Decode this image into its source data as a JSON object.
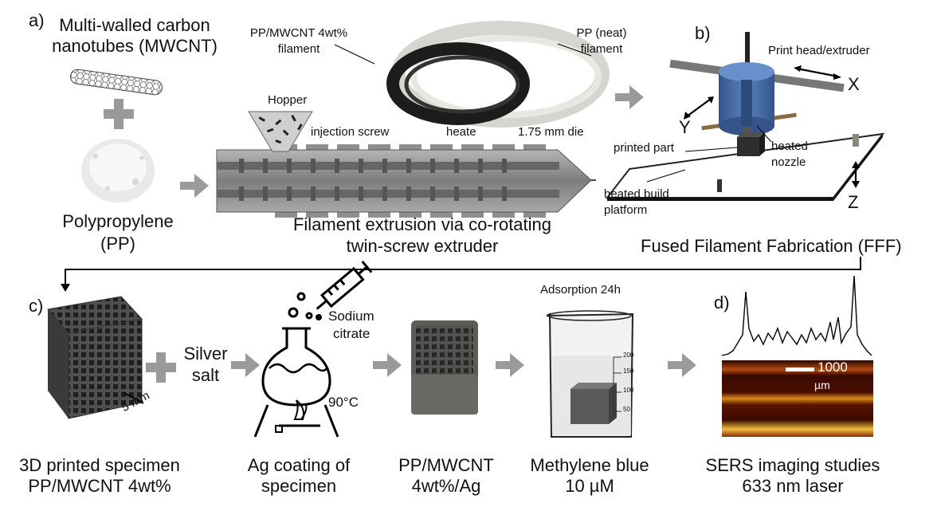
{
  "panels": {
    "a": "a)",
    "b": "b)",
    "c": "c)",
    "d": "d)"
  },
  "materials": {
    "mwcnt_line1": "Multi-walled carbon",
    "mwcnt_line2": "nanotubes (MWCNT)",
    "pp_line1": "Polypropylene",
    "pp_line2": "(PP)"
  },
  "extruder": {
    "hopper": "Hopper",
    "screw": "injection screw",
    "heater": "heate",
    "die": "1.75 mm die",
    "caption_line1": "Filament extrusion via co-rotating",
    "caption_line2": "twin-screw extruder"
  },
  "filaments": {
    "composite_line1": "PP/MWCNT 4wt%",
    "composite_line2": "filament",
    "neat_line1": "PP (neat)",
    "neat_line2": "filament"
  },
  "printer": {
    "head": "Print head/extruder",
    "x": "X",
    "y": "Y",
    "z": "Z",
    "part": "printed part",
    "nozzle_line1": "heated",
    "nozzle_line2": "nozzle",
    "platform_line1": "heated build",
    "platform_line2": "platform",
    "caption": "Fused Filament Fabrication (FFF)"
  },
  "process": {
    "scale": "5 mm",
    "silver_line1": "Silver",
    "silver_line2": "salt",
    "citrate_line1": "Sodium",
    "citrate_line2": "citrate",
    "temp": "90°C",
    "adsorption": "Adsorption 24h",
    "beaker_ticks": [
      "200",
      "150",
      "100",
      "50"
    ],
    "map_scale": "1000",
    "map_unit": "µm"
  },
  "captions": {
    "c1_line1": "3D printed specimen",
    "c1_line2": "PP/MWCNT 4wt%",
    "c2_line1": "Ag coating of",
    "c2_line2": "specimen",
    "c3_line1": "PP/MWCNT",
    "c3_line2": "4wt%/Ag",
    "c4_line1": "Methylene blue",
    "c4_line2": "10 µM",
    "c5_line1": "SERS imaging studies",
    "c5_line2": "633 nm laser"
  },
  "colors": {
    "arrow": "#9a9a9a",
    "barrel": "#8c8c8c",
    "printhead": "#4a6fa8",
    "specimen": "#5a5a5a"
  }
}
